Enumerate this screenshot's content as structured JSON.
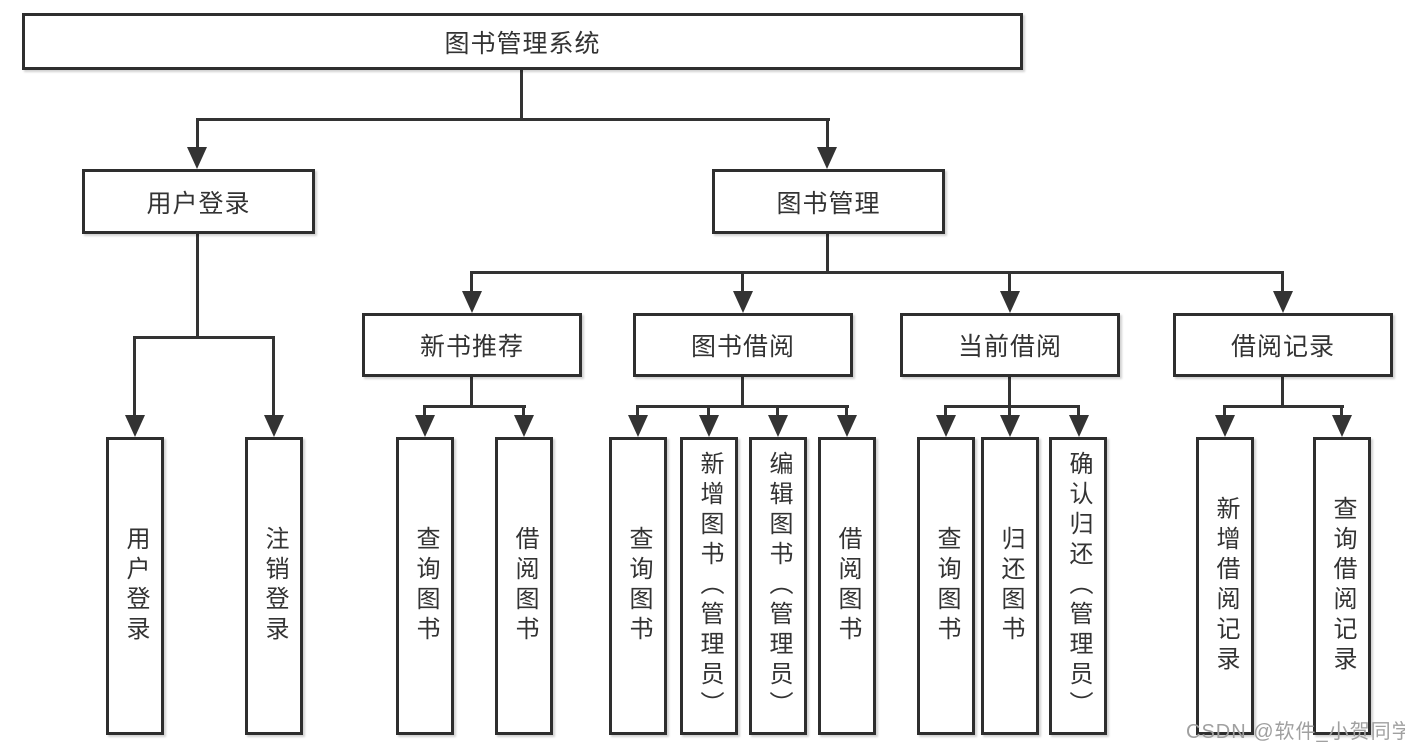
{
  "tree": {
    "root": {
      "label": "图书管理系统",
      "children": [
        {
          "label": "用户登录",
          "children": [
            {
              "label": "用户登录"
            },
            {
              "label": "注销登录"
            }
          ]
        },
        {
          "label": "图书管理",
          "children": [
            {
              "label": "新书推荐",
              "children": [
                {
                  "label": "查询图书"
                },
                {
                  "label": "借阅图书"
                }
              ]
            },
            {
              "label": "图书借阅",
              "children": [
                {
                  "label": "查询图书"
                },
                {
                  "label": "新增图书（管理员）"
                },
                {
                  "label": "编辑图书（管理员）"
                },
                {
                  "label": "借阅图书"
                }
              ]
            },
            {
              "label": "当前借阅",
              "children": [
                {
                  "label": "查询图书"
                },
                {
                  "label": "归还图书"
                },
                {
                  "label": "确认归还（管理员）"
                }
              ]
            },
            {
              "label": "借阅记录",
              "children": [
                {
                  "label": "新增借阅记录"
                },
                {
                  "label": "查询借阅记录"
                }
              ]
            }
          ]
        }
      ]
    }
  },
  "watermark": {
    "text": "CSDN @软件_小贺同学"
  },
  "colors": {
    "line": "#333333",
    "box_border": "#2e2e2e",
    "box_bg": "#ffffff",
    "text": "#333333",
    "watermark": "#a0a0a0"
  }
}
